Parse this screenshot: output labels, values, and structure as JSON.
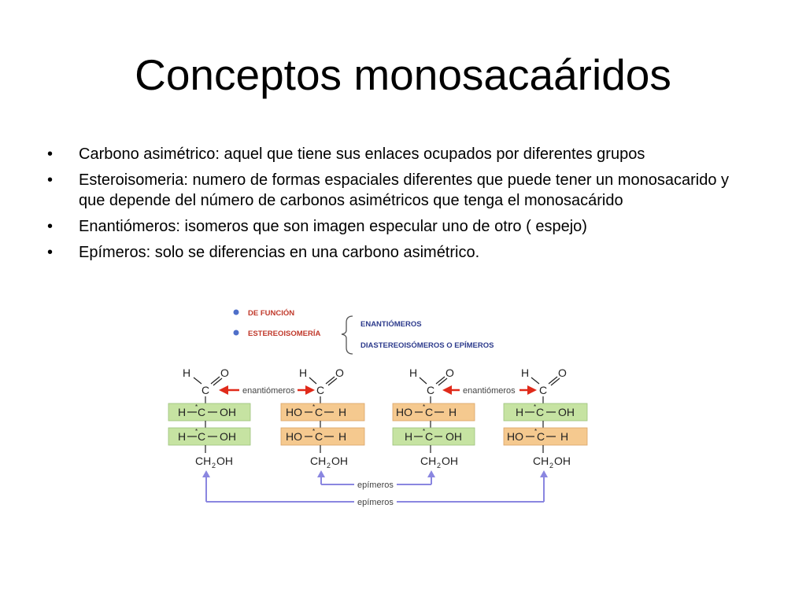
{
  "title": "Conceptos monosacaáridos",
  "bullets": [
    "Carbono asimétrico: aquel que tiene sus enlaces ocupados por diferentes grupos",
    "Esteroisomeria: numero de formas espaciales diferentes que puede tener un monosacarido y que depende del número de carbonos asimétricos que tenga el monosacárido",
    "Enantiómeros: isomeros que son imagen especular uno de otro ( espejo)",
    "Epímeros: solo se diferencias en una carbono asimétrico."
  ],
  "bullet_char": "•",
  "figure": {
    "legend": {
      "item1": "DE FUNCIÓN",
      "item2": "ESTEREOISOMERÍA",
      "branch1": "ENANTIÓMEROS",
      "branch2": "DIASTEREOISÓMEROS O EPÍMEROS"
    },
    "arrow_labels": {
      "enantiomeros": "enantiómeros",
      "epimeros": "epímeros"
    },
    "chem": {
      "H": "H",
      "O": "O",
      "C": "C",
      "star": "*",
      "HO": "HO",
      "OH": "OH",
      "CH": "CH",
      "sub2": "2",
      "row_right": "H—C—OH",
      "row_left": "HO—C—H"
    },
    "colors": {
      "green_box": "#c6e3a2",
      "orange_box": "#f5c98f",
      "red_arrow": "#e02a1a",
      "blue_arrow": "#8a86e0",
      "legend_red": "#c0392b",
      "legend_blue": "#2d3b8c",
      "legend_dot": "#4f6fc9"
    }
  }
}
